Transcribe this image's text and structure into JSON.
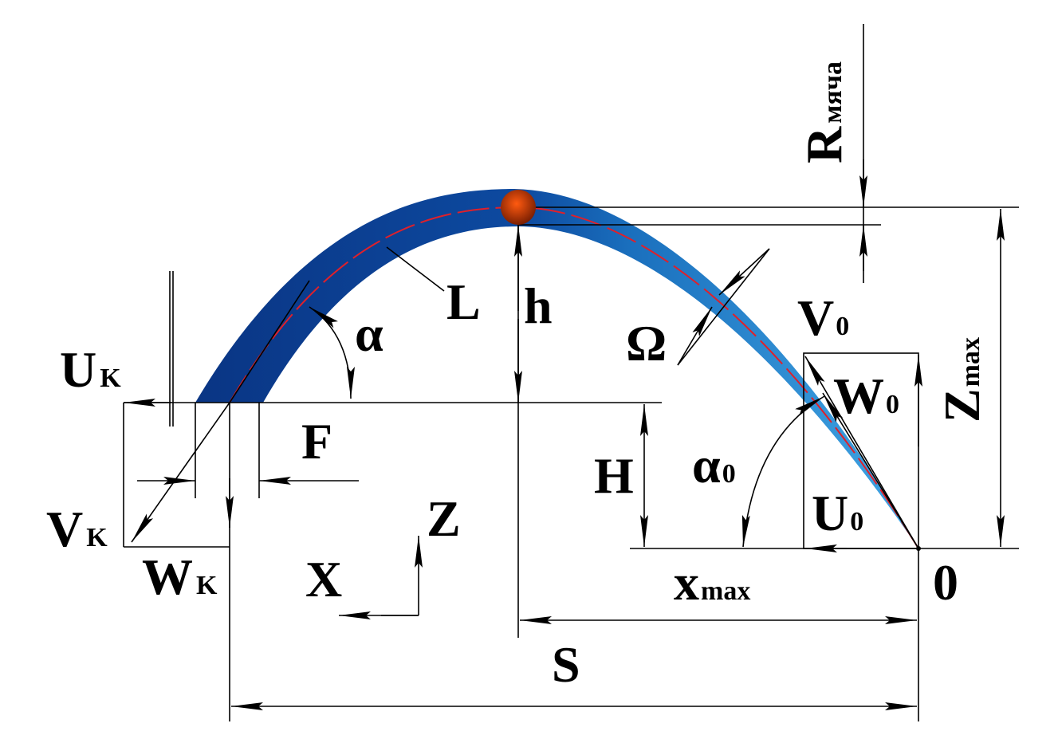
{
  "colors": {
    "band_dark": "#0a3584",
    "band_light": "#41a6e4",
    "trajectory": "#e0202a",
    "ball": "#c43a08"
  },
  "labels": {
    "uk": {
      "main": "U",
      "sub": "K"
    },
    "vk": {
      "main": "V",
      "sub": "K"
    },
    "wk": {
      "main": "W",
      "sub": "K"
    },
    "f": {
      "main": "F"
    },
    "alpha": {
      "main": "α"
    },
    "l": {
      "main": "L"
    },
    "h_small": {
      "main": "h"
    },
    "omega": {
      "main": "Ω"
    },
    "v0": {
      "main": "V",
      "sub": "0"
    },
    "w0": {
      "main": "W",
      "sub": "0"
    },
    "h_big": {
      "main": "H"
    },
    "alpha0": {
      "main": "α",
      "sub": "0"
    },
    "u0": {
      "main": "U",
      "sub": "0"
    },
    "zmax": {
      "main": "Z",
      "sub": "max"
    },
    "rball": {
      "main": "R",
      "sub": "мяча"
    },
    "axis_x": {
      "main": "X"
    },
    "axis_z": {
      "main": "Z"
    },
    "xmax": {
      "main": "x",
      "sub": "max"
    },
    "origin": {
      "main": "0"
    },
    "s": {
      "main": "S"
    }
  }
}
